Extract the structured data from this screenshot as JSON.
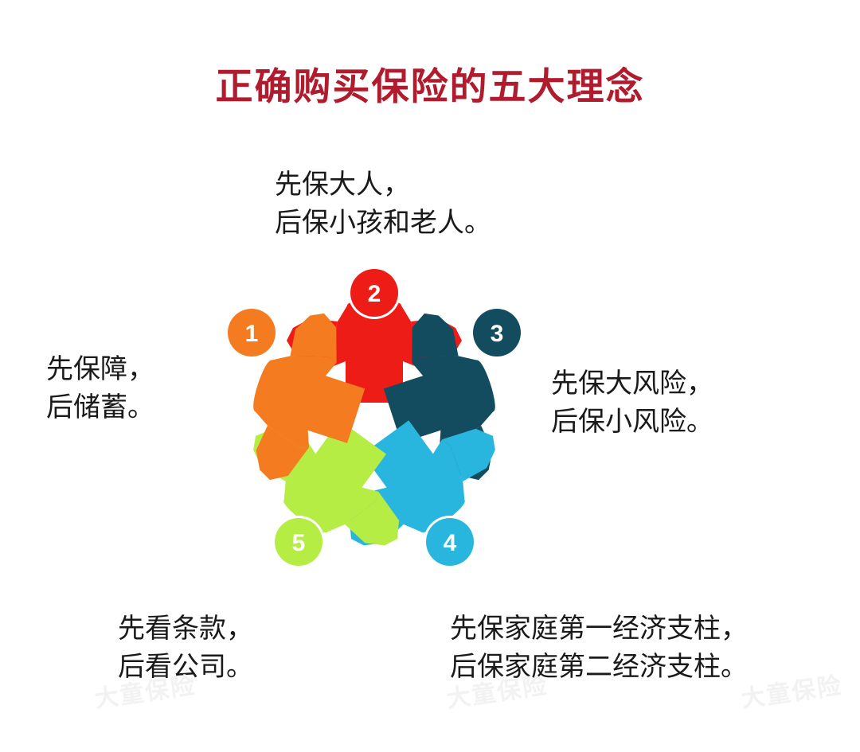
{
  "poster": {
    "title": "正确购买保险的五大理念",
    "title_color": "#b01c2e",
    "background_color": "#ffffff"
  },
  "principles": [
    {
      "number": "1",
      "position": "left",
      "color": "#f47b20",
      "line1": "先保障，",
      "line2": "后储蓄。"
    },
    {
      "number": "2",
      "position": "top",
      "color": "#ed1c16",
      "line1": "先保大人，",
      "line2": "后保小孩和老人。"
    },
    {
      "number": "3",
      "position": "right",
      "color": "#134b5f",
      "line1": "先保大风险，",
      "line2": "后保小风险。"
    },
    {
      "number": "4",
      "position": "bottom-right",
      "color": "#29b6de",
      "line1": "先保家庭第一经济支柱，",
      "line2": "后保家庭第二经济支柱。"
    },
    {
      "number": "5",
      "position": "bottom-left",
      "color": "#b5ed44",
      "line1": "先看条款，",
      "line2": "后看公司。"
    }
  ],
  "watermarks": {
    "text": "大童保险"
  }
}
